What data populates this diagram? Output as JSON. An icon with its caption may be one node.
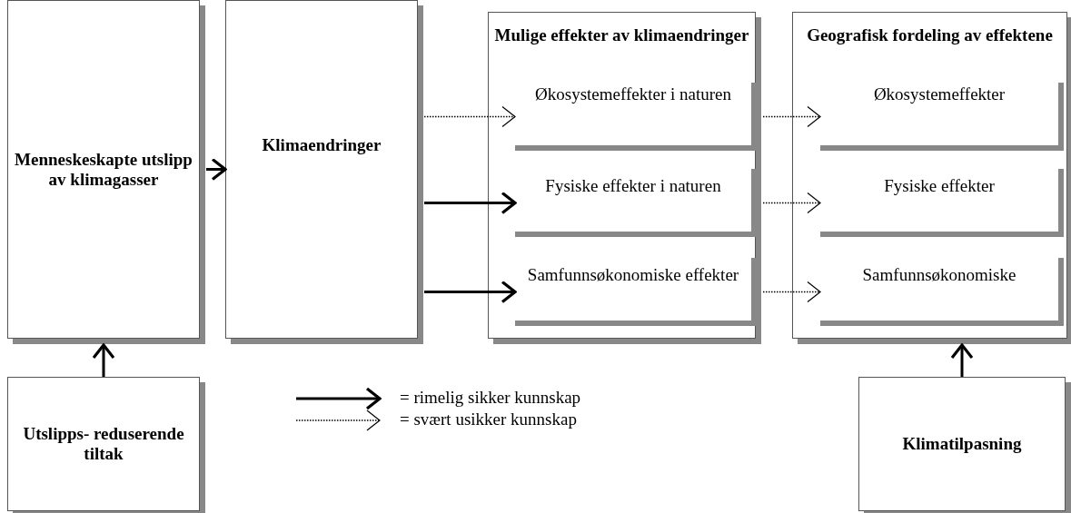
{
  "diagram": {
    "nodes": [
      {
        "text": [
          "Menneskeskapte utslipp av klimagasser"
        ]
      },
      {
        "text": [
          "Klimaendringer"
        ]
      },
      {
        "text": [
          "Mulige effekter av klimaendringer"
        ]
      },
      {
        "text": [
          "Økosystemeffekter i naturen"
        ],
        "in": 2
      },
      {
        "text": [
          "Fysiske effekter i naturen"
        ],
        "in": 2
      },
      {
        "text": [
          "Samfunnsøkonomiske effekter"
        ],
        "in": 2
      },
      {
        "text": [
          "Geografisk fordeling av effektene"
        ]
      },
      {
        "text": [
          "Økosystemeffekter"
        ],
        "in": 6
      },
      {
        "text": [
          "Fysiske effekter"
        ],
        "in": 6
      },
      {
        "text": [
          "Samfunnsøkonomiske"
        ],
        "in": 6
      },
      {
        "text": [
          "Utslipps- reduserende tiltak"
        ]
      },
      {
        "text": [
          "Klimatilpasning"
        ]
      }
    ],
    "edges": [
      {
        "from": 0,
        "to": 1,
        "arrow": "to"
      },
      {
        "from": 1,
        "to": 3,
        "arrow": "to",
        "style": "dashed"
      },
      {
        "from": 1,
        "to": 4,
        "arrow": "to"
      },
      {
        "from": 1,
        "to": 5,
        "arrow": "to"
      },
      {
        "from": 3,
        "to": 7,
        "arrow": "to",
        "style": "dashed"
      },
      {
        "from": 4,
        "to": 8,
        "arrow": "to",
        "style": "dashed"
      },
      {
        "from": 5,
        "to": 9,
        "arrow": "to",
        "style": "dashed"
      },
      {
        "from": 10,
        "to": 0,
        "arrow": "to"
      },
      {
        "from": 11,
        "to": 6,
        "arrow": "to"
      }
    ],
    "legend": [
      {
        "text": "= rimelig sikker kunnskap"
      },
      {
        "text": "= svært usikker kunnskap"
      }
    ]
  }
}
